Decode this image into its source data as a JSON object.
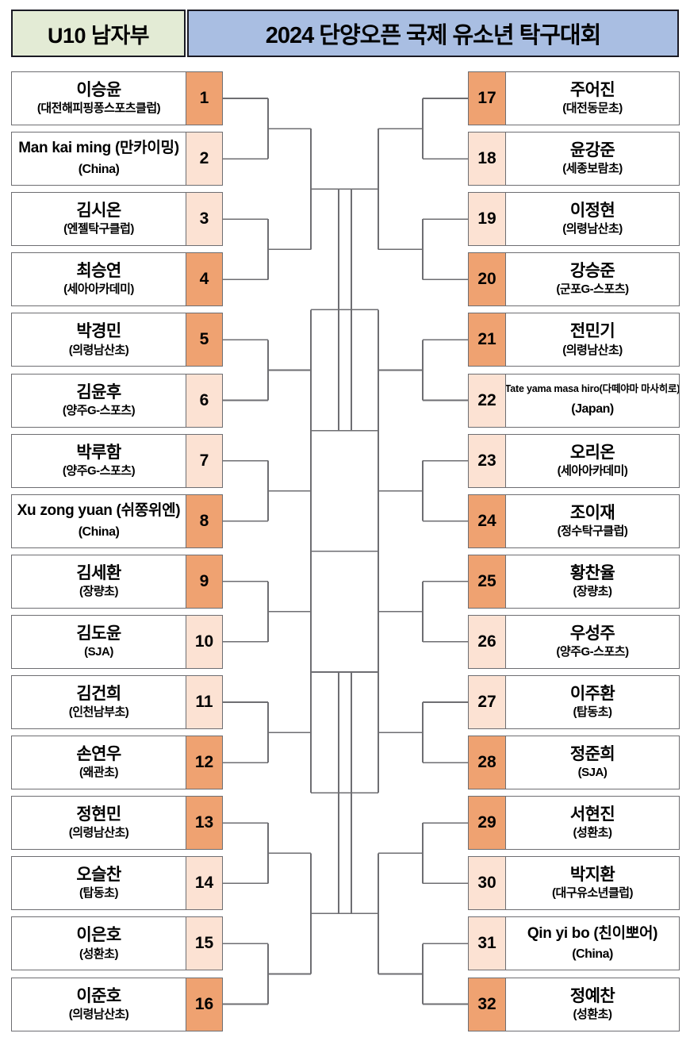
{
  "header": {
    "category": "U10 남자부",
    "title": "2024 단양오픈 국제 유소년 탁구대회",
    "category_bg": "#e3ebd5",
    "title_bg": "#a9bee2"
  },
  "legend": {
    "seed_dark": "#efa271",
    "seed_light": "#fce2d3",
    "line_color": "#6e6e72",
    "box_bg": "#ffffff"
  },
  "bracket": {
    "type": "single-elimination",
    "size": 32,
    "rounds": 5,
    "left": [
      {
        "seed": "1",
        "name": "이승윤",
        "club": "(대전해피핑퐁스포츠클럽)",
        "shade": "dark",
        "variant": "normal"
      },
      {
        "seed": "2",
        "name": "Man kai ming (만카이밍)",
        "club": "(China)",
        "shade": "light",
        "variant": "latin"
      },
      {
        "seed": "3",
        "name": "김시온",
        "club": "(엔젤탁구클럽)",
        "shade": "light",
        "variant": "normal"
      },
      {
        "seed": "4",
        "name": "최승연",
        "club": "(세아아카데미)",
        "shade": "dark",
        "variant": "normal"
      },
      {
        "seed": "5",
        "name": "박경민",
        "club": "(의령남산초)",
        "shade": "dark",
        "variant": "normal"
      },
      {
        "seed": "6",
        "name": "김윤후",
        "club": "(양주G-스포츠)",
        "shade": "light",
        "variant": "normal"
      },
      {
        "seed": "7",
        "name": "박루함",
        "club": "(양주G-스포츠)",
        "shade": "light",
        "variant": "normal"
      },
      {
        "seed": "8",
        "name": "Xu zong yuan (쉬쫑위엔)",
        "club": "(China)",
        "shade": "dark",
        "variant": "latin"
      },
      {
        "seed": "9",
        "name": "김세환",
        "club": "(장량초)",
        "shade": "dark",
        "variant": "normal"
      },
      {
        "seed": "10",
        "name": "김도윤",
        "club": "(SJA)",
        "shade": "light",
        "variant": "normal"
      },
      {
        "seed": "11",
        "name": "김건희",
        "club": "(인천남부초)",
        "shade": "light",
        "variant": "normal"
      },
      {
        "seed": "12",
        "name": "손연우",
        "club": "(왜관초)",
        "shade": "dark",
        "variant": "normal"
      },
      {
        "seed": "13",
        "name": "정현민",
        "club": "(의령남산초)",
        "shade": "dark",
        "variant": "normal"
      },
      {
        "seed": "14",
        "name": "오슬찬",
        "club": "(탑동초)",
        "shade": "light",
        "variant": "normal"
      },
      {
        "seed": "15",
        "name": "이은호",
        "club": "(성환초)",
        "shade": "light",
        "variant": "normal"
      },
      {
        "seed": "16",
        "name": "이준호",
        "club": "(의령남산초)",
        "shade": "dark",
        "variant": "normal"
      }
    ],
    "right": [
      {
        "seed": "17",
        "name": "주어진",
        "club": "(대전동문초)",
        "shade": "dark",
        "variant": "normal"
      },
      {
        "seed": "18",
        "name": "윤강준",
        "club": "(세종보람초)",
        "shade": "light",
        "variant": "normal"
      },
      {
        "seed": "19",
        "name": "이정현",
        "club": "(의령남산초)",
        "shade": "light",
        "variant": "normal"
      },
      {
        "seed": "20",
        "name": "강승준",
        "club": "(군포G-스포츠)",
        "shade": "dark",
        "variant": "normal"
      },
      {
        "seed": "21",
        "name": "전민기",
        "club": "(의령남산초)",
        "shade": "dark",
        "variant": "normal"
      },
      {
        "seed": "22",
        "name": "Tate yama masa hiro(다떼야마 마사히로)",
        "club": "(Japan)",
        "shade": "light",
        "variant": "tiny"
      },
      {
        "seed": "23",
        "name": "오리온",
        "club": "(세아아카데미)",
        "shade": "light",
        "variant": "normal"
      },
      {
        "seed": "24",
        "name": "조이재",
        "club": "(정수탁구클럽)",
        "shade": "dark",
        "variant": "normal"
      },
      {
        "seed": "25",
        "name": "황찬율",
        "club": "(장량초)",
        "shade": "dark",
        "variant": "normal"
      },
      {
        "seed": "26",
        "name": "우성주",
        "club": "(양주G-스포츠)",
        "shade": "light",
        "variant": "normal"
      },
      {
        "seed": "27",
        "name": "이주환",
        "club": "(탑동초)",
        "shade": "light",
        "variant": "normal"
      },
      {
        "seed": "28",
        "name": "정준희",
        "club": "(SJA)",
        "shade": "dark",
        "variant": "normal"
      },
      {
        "seed": "29",
        "name": "서현진",
        "club": "(성환초)",
        "shade": "dark",
        "variant": "normal"
      },
      {
        "seed": "30",
        "name": "박지환",
        "club": "(대구유소년클럽)",
        "shade": "light",
        "variant": "normal"
      },
      {
        "seed": "31",
        "name": "Qin yi bo (친이뽀어)",
        "club": "(China)",
        "shade": "light",
        "variant": "latin"
      },
      {
        "seed": "32",
        "name": "정예찬",
        "club": "(성환초)",
        "shade": "dark",
        "variant": "normal"
      }
    ]
  }
}
